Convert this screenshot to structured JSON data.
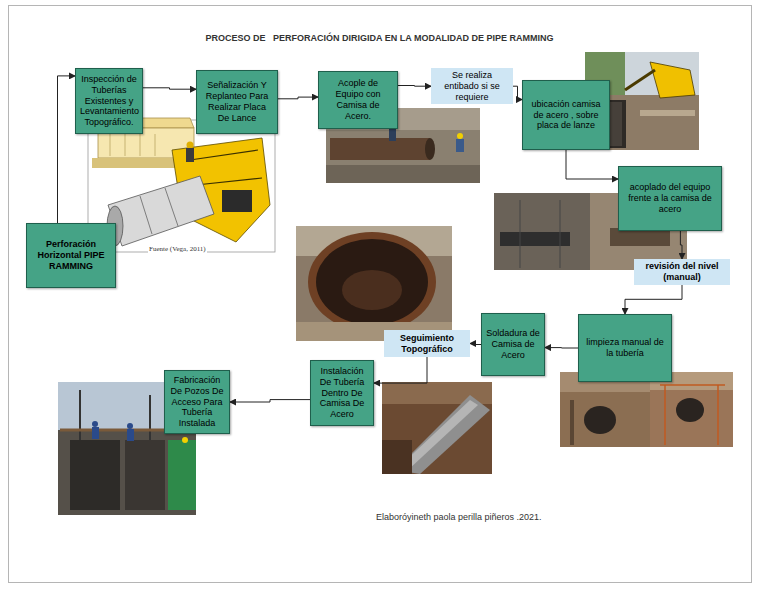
{
  "diagram": {
    "title": "PROCESO DE   PERFORACIÓN DIRIGIDA EN LA MODALIDAD DE PIPE RAMMING",
    "caption": "Elaboróyineth paola perilla piñeros .2021.",
    "nodes": [
      {
        "text": [
          "Perforación Horizontal PIPE RAMMING"
        ]
      },
      {
        "text": [
          "Inspección de Tuberías Existentes y Levantamiento Topográfico."
        ]
      },
      {
        "text": [
          "Señalización Y Replanteo Para Realizar Placa De Lance"
        ]
      },
      {
        "text": [
          "Acople de Equipo con Camisa de Acero."
        ]
      },
      {
        "text": [
          "Se realiza entibado si se requiere"
        ]
      },
      {
        "text": [
          "ubicación camisa de acero , sobre placa de lanze"
        ]
      },
      {
        "text": [
          "acoplado del equipo frente a la camisa de acero"
        ]
      },
      {
        "text": [
          "revisión del nivel (manual)"
        ]
      },
      {
        "text": [
          "limpieza manual de la tubería"
        ]
      },
      {
        "text": [
          "Soldadura de Camisa de Acero"
        ]
      },
      {
        "text": [
          "Seguimiento Topográfico"
        ]
      },
      {
        "text": [
          "Instalación De Tubería Dentro De Camisa De Acero"
        ]
      },
      {
        "text": [
          "Fabricación De Pozos De Acceso Para Tubería Instalada"
        ]
      }
    ],
    "edges": [
      {
        "from": 0,
        "to": 1,
        "arrow": "to"
      },
      {
        "from": 1,
        "to": 2,
        "arrow": "to"
      },
      {
        "from": 2,
        "to": 3,
        "arrow": "to"
      },
      {
        "from": 3,
        "to": 4,
        "arrow": "to"
      },
      {
        "from": 4,
        "to": 5,
        "arrow": "to"
      },
      {
        "from": 5,
        "to": 6,
        "arrow": "to"
      },
      {
        "from": 6,
        "to": 7,
        "arrow": "to"
      },
      {
        "from": 7,
        "to": 8,
        "arrow": "to"
      },
      {
        "from": 8,
        "to": 9,
        "arrow": "to"
      },
      {
        "from": 9,
        "to": 10,
        "arrow": "to"
      },
      {
        "from": 10,
        "to": 11,
        "arrow": "to"
      },
      {
        "from": 11,
        "to": 12,
        "arrow": "to"
      }
    ],
    "labels": [
      "Fuente (Vega, 2011)"
    ]
  }
}
